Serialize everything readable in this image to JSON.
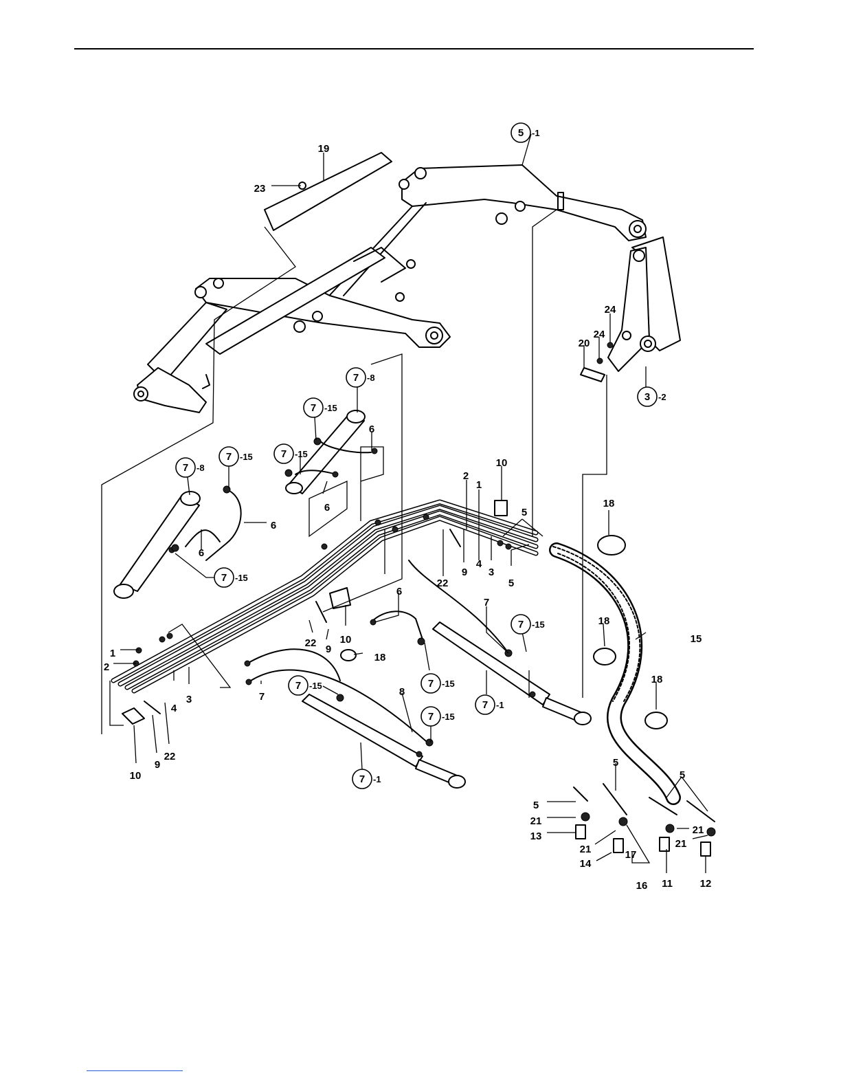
{
  "page": {
    "background": "#ffffff",
    "rule_color": "#000000",
    "link_rule_color": "#2a5bd7"
  },
  "callouts": [
    {
      "id": "c19",
      "label": "19"
    },
    {
      "id": "c23",
      "label": "23"
    },
    {
      "id": "c5-1",
      "label": "5",
      "suffix": "-1",
      "circled": true
    },
    {
      "id": "c24a",
      "label": "24"
    },
    {
      "id": "c24b",
      "label": "24"
    },
    {
      "id": "c20",
      "label": "20"
    },
    {
      "id": "c3-2",
      "label": "3",
      "suffix": "-2",
      "circled": true
    },
    {
      "id": "c7-8a",
      "label": "7",
      "suffix": "-8",
      "circled": true
    },
    {
      "id": "c7-15a",
      "label": "7",
      "suffix": "-15",
      "circled": true
    },
    {
      "id": "c6a",
      "label": "6"
    },
    {
      "id": "c7-15b",
      "label": "7",
      "suffix": "-15",
      "circled": true
    },
    {
      "id": "c6b",
      "label": "6"
    },
    {
      "id": "c7-8b",
      "label": "7",
      "suffix": "-8",
      "circled": true
    },
    {
      "id": "c7-15c",
      "label": "7",
      "suffix": "-15",
      "circled": true
    },
    {
      "id": "c6c",
      "label": "6"
    },
    {
      "id": "c6d",
      "label": "6"
    },
    {
      "id": "c7-15d",
      "label": "7",
      "suffix": "-15",
      "circled": true
    },
    {
      "id": "c10a",
      "label": "10"
    },
    {
      "id": "c2a",
      "label": "2"
    },
    {
      "id": "c1a",
      "label": "1"
    },
    {
      "id": "c5a",
      "label": "5"
    },
    {
      "id": "c4a",
      "label": "4"
    },
    {
      "id": "c3a",
      "label": "3"
    },
    {
      "id": "c5b",
      "label": "5"
    },
    {
      "id": "c22a",
      "label": "22"
    },
    {
      "id": "c9a",
      "label": "9"
    },
    {
      "id": "c18a",
      "label": "18"
    },
    {
      "id": "c6e",
      "label": "6"
    },
    {
      "id": "c7a",
      "label": "7"
    },
    {
      "id": "c7-15e",
      "label": "7",
      "suffix": "-15",
      "circled": true
    },
    {
      "id": "c15",
      "label": "15"
    },
    {
      "id": "c18b",
      "label": "18"
    },
    {
      "id": "c1b",
      "label": "1"
    },
    {
      "id": "c2b",
      "label": "2"
    },
    {
      "id": "c22b",
      "label": "22"
    },
    {
      "id": "c9b",
      "label": "9"
    },
    {
      "id": "c10b",
      "label": "10"
    },
    {
      "id": "c18c",
      "label": "18"
    },
    {
      "id": "c7-15f",
      "label": "7",
      "suffix": "-15",
      "circled": true
    },
    {
      "id": "c4b",
      "label": "4"
    },
    {
      "id": "c3b",
      "label": "3"
    },
    {
      "id": "c7b",
      "label": "7"
    },
    {
      "id": "c7-15g",
      "label": "7",
      "suffix": "-15",
      "circled": true
    },
    {
      "id": "c8",
      "label": "8"
    },
    {
      "id": "c7-1a",
      "label": "7",
      "suffix": "-1",
      "circled": true
    },
    {
      "id": "c18d",
      "label": "18"
    },
    {
      "id": "c7-15h",
      "label": "7",
      "suffix": "-15",
      "circled": true
    },
    {
      "id": "c10c",
      "label": "10"
    },
    {
      "id": "c9c",
      "label": "9"
    },
    {
      "id": "c22c",
      "label": "22"
    },
    {
      "id": "c7-1b",
      "label": "7",
      "suffix": "-1",
      "circled": true
    },
    {
      "id": "c5c",
      "label": "5"
    },
    {
      "id": "c5d",
      "label": "5"
    },
    {
      "id": "c5e",
      "label": "5"
    },
    {
      "id": "c21a",
      "label": "21"
    },
    {
      "id": "c13",
      "label": "13"
    },
    {
      "id": "c21b",
      "label": "21"
    },
    {
      "id": "c21c",
      "label": "21"
    },
    {
      "id": "c21d",
      "label": "21"
    },
    {
      "id": "c17",
      "label": "17"
    },
    {
      "id": "c14",
      "label": "14"
    },
    {
      "id": "c16",
      "label": "16"
    },
    {
      "id": "c11",
      "label": "11"
    },
    {
      "id": "c12",
      "label": "12"
    }
  ]
}
